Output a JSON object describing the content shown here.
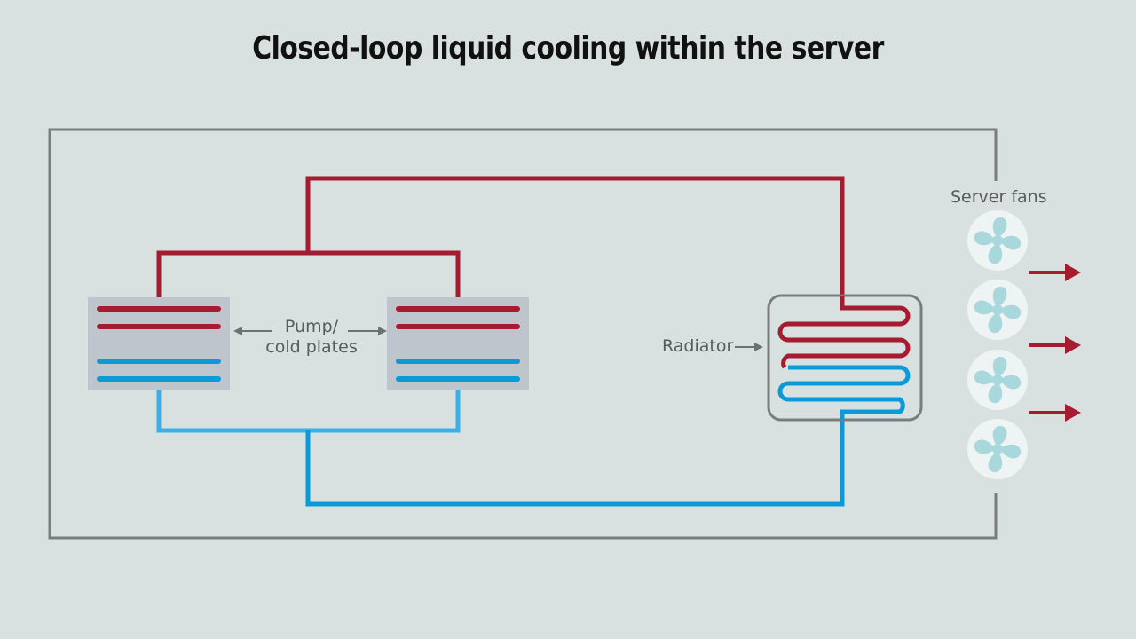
{
  "title": "Closed-loop liquid cooling within the server",
  "labels": {
    "pump_cold_plates": [
      "Pump/",
      "cold plates"
    ],
    "radiator": "Radiator",
    "server_fans": "Server fans"
  },
  "components": {
    "cold_plates": 2,
    "radiator": 1,
    "fans": 4,
    "exhaust_arrows": 3
  },
  "colors": {
    "background": "#d8e0e0",
    "hot_pipe": "#a51c30",
    "cold_pipe": "#0a9ad8",
    "cold_pipe_light": "#3ab0e6",
    "enclosure": "#7a7d80",
    "cold_plate_fill": "#bfc5cd",
    "fan_disc": "#eef3f4",
    "fan_blade": "#a8d8dc",
    "label_text": "#575c5f"
  }
}
